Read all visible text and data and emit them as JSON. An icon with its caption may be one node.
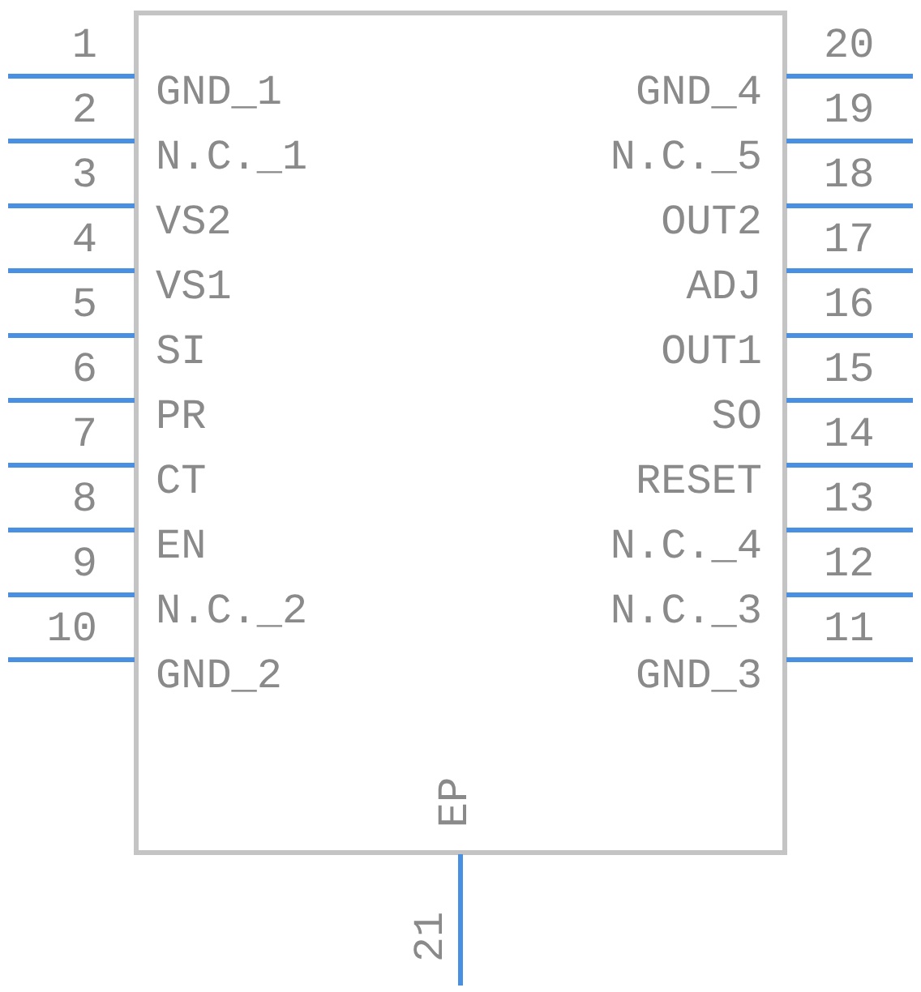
{
  "diagram": {
    "labels": [
      "1",
      "GND_1",
      "GND_4",
      "20",
      "2",
      "N.C._1",
      "N.C._5",
      "19",
      "3",
      "VS2",
      "OUT2",
      "18",
      "4",
      "VS1",
      "ADJ",
      "17",
      "5",
      "SI",
      "OUT1",
      "16",
      "6",
      "PR",
      "SO",
      "15",
      "7",
      "CT",
      "RESET",
      "14",
      "8",
      "EN",
      "N.C._4",
      "13",
      "9",
      "N.C._2",
      "N.C._3",
      "12",
      "10",
      "GND_2",
      "GND_3",
      "11",
      "EP",
      "21"
    ]
  }
}
